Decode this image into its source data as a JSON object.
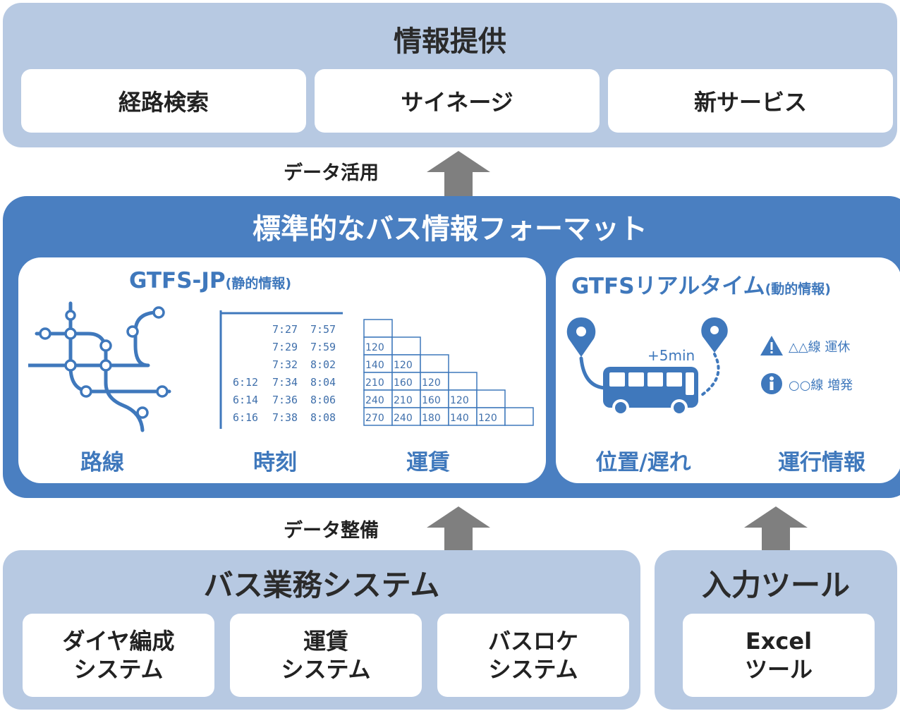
{
  "top": {
    "title": "情報提供",
    "boxes": [
      "経路検索",
      "サイネージ",
      "新サービス"
    ]
  },
  "arrow_use": {
    "label": "データ活用"
  },
  "format": {
    "title": "標準的なバス情報フォーマット",
    "static": {
      "title_main": "GTFS-JP",
      "title_sub": "(静的情報)",
      "labels": [
        "路線",
        "時刻",
        "運賃"
      ],
      "timetable": [
        [
          "",
          "7:27",
          "7:57"
        ],
        [
          "",
          "7:29",
          "7:59"
        ],
        [
          "",
          "7:32",
          "8:02"
        ],
        [
          "6:12",
          "7:34",
          "8:04"
        ],
        [
          "6:14",
          "7:36",
          "8:06"
        ],
        [
          "6:16",
          "7:38",
          "8:08"
        ]
      ],
      "fares": [
        [],
        [
          "120"
        ],
        [
          "140",
          "120"
        ],
        [
          "210",
          "160",
          "120"
        ],
        [
          "240",
          "210",
          "160",
          "120"
        ],
        [
          "270",
          "240",
          "180",
          "140",
          "120"
        ]
      ]
    },
    "realtime": {
      "title_main": "GTFSリアルタイム",
      "title_sub": "(動的情報)",
      "delay_text": "+5min",
      "alerts": [
        "△△線 運休",
        "○○線 増発"
      ],
      "labels": [
        "位置/遅れ",
        "運行情報"
      ]
    }
  },
  "arrow_prep": {
    "label": "データ整備"
  },
  "bus_system": {
    "title": "バス業務システム",
    "boxes": [
      [
        "ダイヤ編成",
        "システム"
      ],
      [
        "運賃",
        "システム"
      ],
      [
        "バスロケ",
        "システム"
      ]
    ]
  },
  "input_tool": {
    "title": "入力ツール",
    "box": [
      "Excel",
      "ツール"
    ]
  },
  "colors": {
    "light": "#b7c9e2",
    "dark": "#4a7fc1",
    "accent": "#3f78bc",
    "arrow": "#7f7f7f"
  }
}
